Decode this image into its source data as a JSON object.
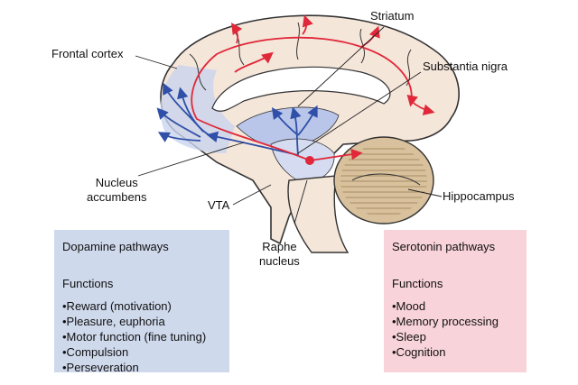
{
  "labels": {
    "striatum": "Striatum",
    "frontal_cortex": "Frontal cortex",
    "substantia_nigra": "Substantia nigra",
    "nucleus_accumbens": "Nucleus\naccumbens",
    "vta": "VTA",
    "hippocampus": "Hippocampus",
    "raphe_nucleus": "Raphe\nnucleus"
  },
  "dopamine": {
    "title": "Dopamine pathways",
    "functions_label": "Functions",
    "items": [
      "•Reward (motivation)",
      "•Pleasure, euphoria",
      "•Motor function (fine tuning)",
      "•Compulsion",
      "•Perseveration"
    ],
    "color": "#2f4fa8"
  },
  "serotonin": {
    "title": "Serotonin pathways",
    "functions_label": "Functions",
    "items": [
      "•Mood",
      "•Memory processing",
      "•Sleep",
      "•Cognition"
    ],
    "color": "#e0283a"
  }
}
